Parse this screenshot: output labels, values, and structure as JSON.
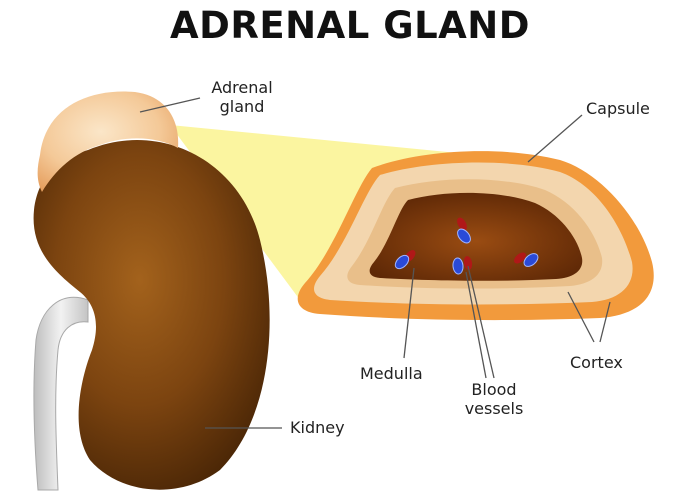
{
  "title": "ADRENAL GLAND",
  "labels": {
    "adrenal_gland": "Adrenal\ngland",
    "capsule": "Capsule",
    "medulla": "Medulla",
    "blood_vessels": "Blood\nvessels",
    "cortex": "Cortex",
    "kidney": "Kidney"
  },
  "colors": {
    "kidney": "#8a4e12",
    "adrenal": "#f4c998",
    "capsule": "#f29a3c",
    "cortex": "#f3d6ae",
    "medulla": "#7e3a0c",
    "highlight": "#fbf5a0",
    "vessel_blue": "#2a4ad8",
    "vessel_red": "#b01818"
  }
}
